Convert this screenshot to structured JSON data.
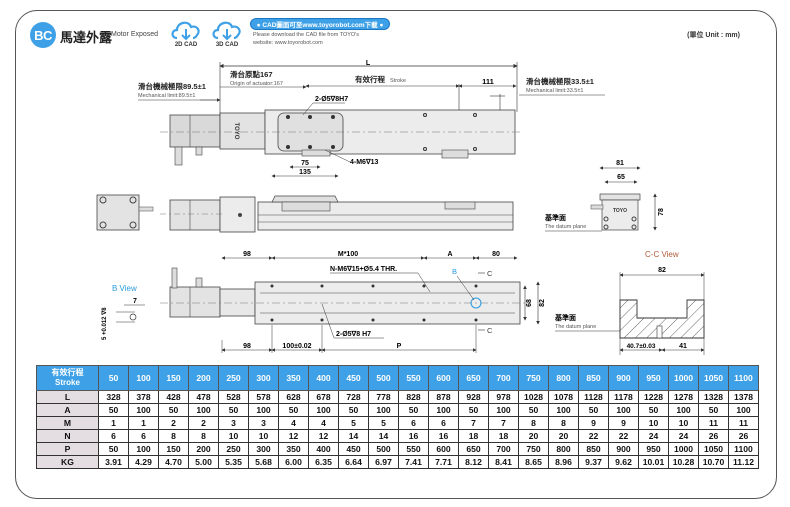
{
  "header": {
    "badge": "BC",
    "title_zh": "馬達外露",
    "title_en": "Motor Exposed",
    "cad_2d_label": "2D CAD",
    "cad_3d_label": "3D CAD",
    "download_pill": "● CAD圖面可至www.toyorobot.com下載 ●",
    "download_note_line1": "Please download the CAD file from TOYO's",
    "download_note_line2": "website: www.toyorobot.com",
    "unit": "(單位 Unit : mm)"
  },
  "drawing": {
    "top_view": {
      "dim_L": "L",
      "origin_zh": "滑台原點167",
      "origin_en": "Origin of actuator:167",
      "stroke_zh": "有效行程",
      "stroke_en": "Stroke",
      "dim_111": "111",
      "mech_left_zh": "滑台機械極限89.5±1",
      "mech_left_en": "Mechanical limit:89.5±1",
      "mech_right_zh": "滑台機械極限33.5±1",
      "mech_right_en": "Mechanical limit:33.5±1",
      "pin_holes": "2-Ø5∇8H7",
      "tap_holes": "4-M6∇13",
      "dim_75": "75",
      "dim_135": "135"
    },
    "end_view": {
      "dim_81": "81",
      "dim_65": "65",
      "dim_78": "78",
      "datum_zh": "基準面",
      "datum_en": "The datum plane"
    },
    "side_view": {
      "dim_98": "98",
      "dim_M100": "M*100",
      "dim_A": "A",
      "dim_80": "80"
    },
    "bottom_view": {
      "holes_N": "N-M6∇15+Ø5.4 THR.",
      "label_B": "B",
      "label_C_top": "C",
      "label_C_bottom": "C",
      "dim_68": "68",
      "dim_82": "82",
      "pin_holes": "2-Ø5∇8 H7",
      "dim_98": "98",
      "dim_100": "100±0.02",
      "dim_P": "P",
      "datum_zh": "基準面",
      "datum_en": "The datum plane"
    },
    "b_view": {
      "title": "B View",
      "dim_7": "7",
      "dim_hole": "5 +0.012 ∇8",
      "dim_hole_tol": "0"
    },
    "cc_view": {
      "title": "C-C View",
      "dim_82": "82",
      "dim_407": "40.7±0.03",
      "dim_41": "41"
    }
  },
  "table": {
    "header_zh": "有效行程",
    "header_en": "Stroke",
    "strokes": [
      "50",
      "100",
      "150",
      "200",
      "250",
      "300",
      "350",
      "400",
      "450",
      "500",
      "550",
      "600",
      "650",
      "700",
      "750",
      "800",
      "850",
      "900",
      "950",
      "1000",
      "1050",
      "1100"
    ],
    "rows": [
      {
        "label": "L",
        "values": [
          "328",
          "378",
          "428",
          "478",
          "528",
          "578",
          "628",
          "678",
          "728",
          "778",
          "828",
          "878",
          "928",
          "978",
          "1028",
          "1078",
          "1128",
          "1178",
          "1228",
          "1278",
          "1328",
          "1378"
        ]
      },
      {
        "label": "A",
        "values": [
          "50",
          "100",
          "50",
          "100",
          "50",
          "100",
          "50",
          "100",
          "50",
          "100",
          "50",
          "100",
          "50",
          "100",
          "50",
          "100",
          "50",
          "100",
          "50",
          "100",
          "50",
          "100"
        ]
      },
      {
        "label": "M",
        "values": [
          "1",
          "1",
          "2",
          "2",
          "3",
          "3",
          "4",
          "4",
          "5",
          "5",
          "6",
          "6",
          "7",
          "7",
          "8",
          "8",
          "9",
          "9",
          "10",
          "10",
          "11",
          "11"
        ]
      },
      {
        "label": "N",
        "values": [
          "6",
          "6",
          "8",
          "8",
          "10",
          "10",
          "12",
          "12",
          "14",
          "14",
          "16",
          "16",
          "18",
          "18",
          "20",
          "20",
          "22",
          "22",
          "24",
          "24",
          "26",
          "26"
        ]
      },
      {
        "label": "P",
        "values": [
          "50",
          "100",
          "150",
          "200",
          "250",
          "300",
          "350",
          "400",
          "450",
          "500",
          "550",
          "600",
          "650",
          "700",
          "750",
          "800",
          "850",
          "900",
          "950",
          "1000",
          "1050",
          "1100"
        ]
      },
      {
        "label": "KG",
        "values": [
          "3.91",
          "4.29",
          "4.70",
          "5.00",
          "5.35",
          "5.68",
          "6.00",
          "6.35",
          "6.64",
          "6.97",
          "7.41",
          "7.71",
          "8.12",
          "8.41",
          "8.65",
          "8.96",
          "9.37",
          "9.62",
          "10.01",
          "10.28",
          "10.70",
          "11.12"
        ]
      }
    ]
  },
  "colors": {
    "accent_blue": "#3ea0e6",
    "row_label_bg": "#e4dde2",
    "cc_title": "#b05a3a",
    "b_view_title": "#2a9be0"
  }
}
